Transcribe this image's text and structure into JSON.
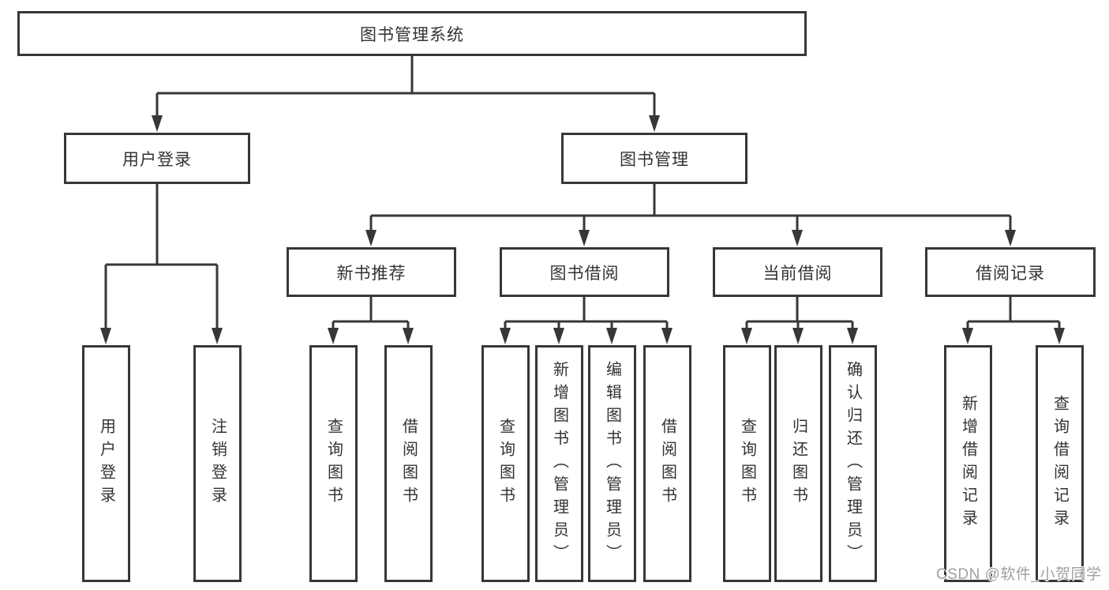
{
  "tree": {
    "label": "图书管理系统",
    "children": [
      {
        "label": "用户登录",
        "children": [
          {
            "label": "用户登录"
          },
          {
            "label": "注销登录"
          }
        ]
      },
      {
        "label": "图书管理",
        "children": [
          {
            "label": "新书推荐",
            "children": [
              {
                "label": "查询图书"
              },
              {
                "label": "借阅图书"
              }
            ]
          },
          {
            "label": "图书借阅",
            "children": [
              {
                "label": "查询图书"
              },
              {
                "label": "新增图书（管理员）"
              },
              {
                "label": "编辑图书（管理员）"
              },
              {
                "label": "借阅图书"
              }
            ]
          },
          {
            "label": "当前借阅",
            "children": [
              {
                "label": "查询图书"
              },
              {
                "label": "归还图书"
              },
              {
                "label": "确认归还（管理员）"
              }
            ]
          },
          {
            "label": "借阅记录",
            "children": [
              {
                "label": "新增借阅记录"
              },
              {
                "label": "查询借阅记录"
              }
            ]
          }
        ]
      }
    ]
  },
  "watermark": {
    "text": "CSDN @软件_小贺同学"
  },
  "colors": {
    "line": "#373737",
    "box_border": "#373737",
    "text": "#333333",
    "watermark": "#a0a0a0",
    "background": "#ffffff"
  }
}
